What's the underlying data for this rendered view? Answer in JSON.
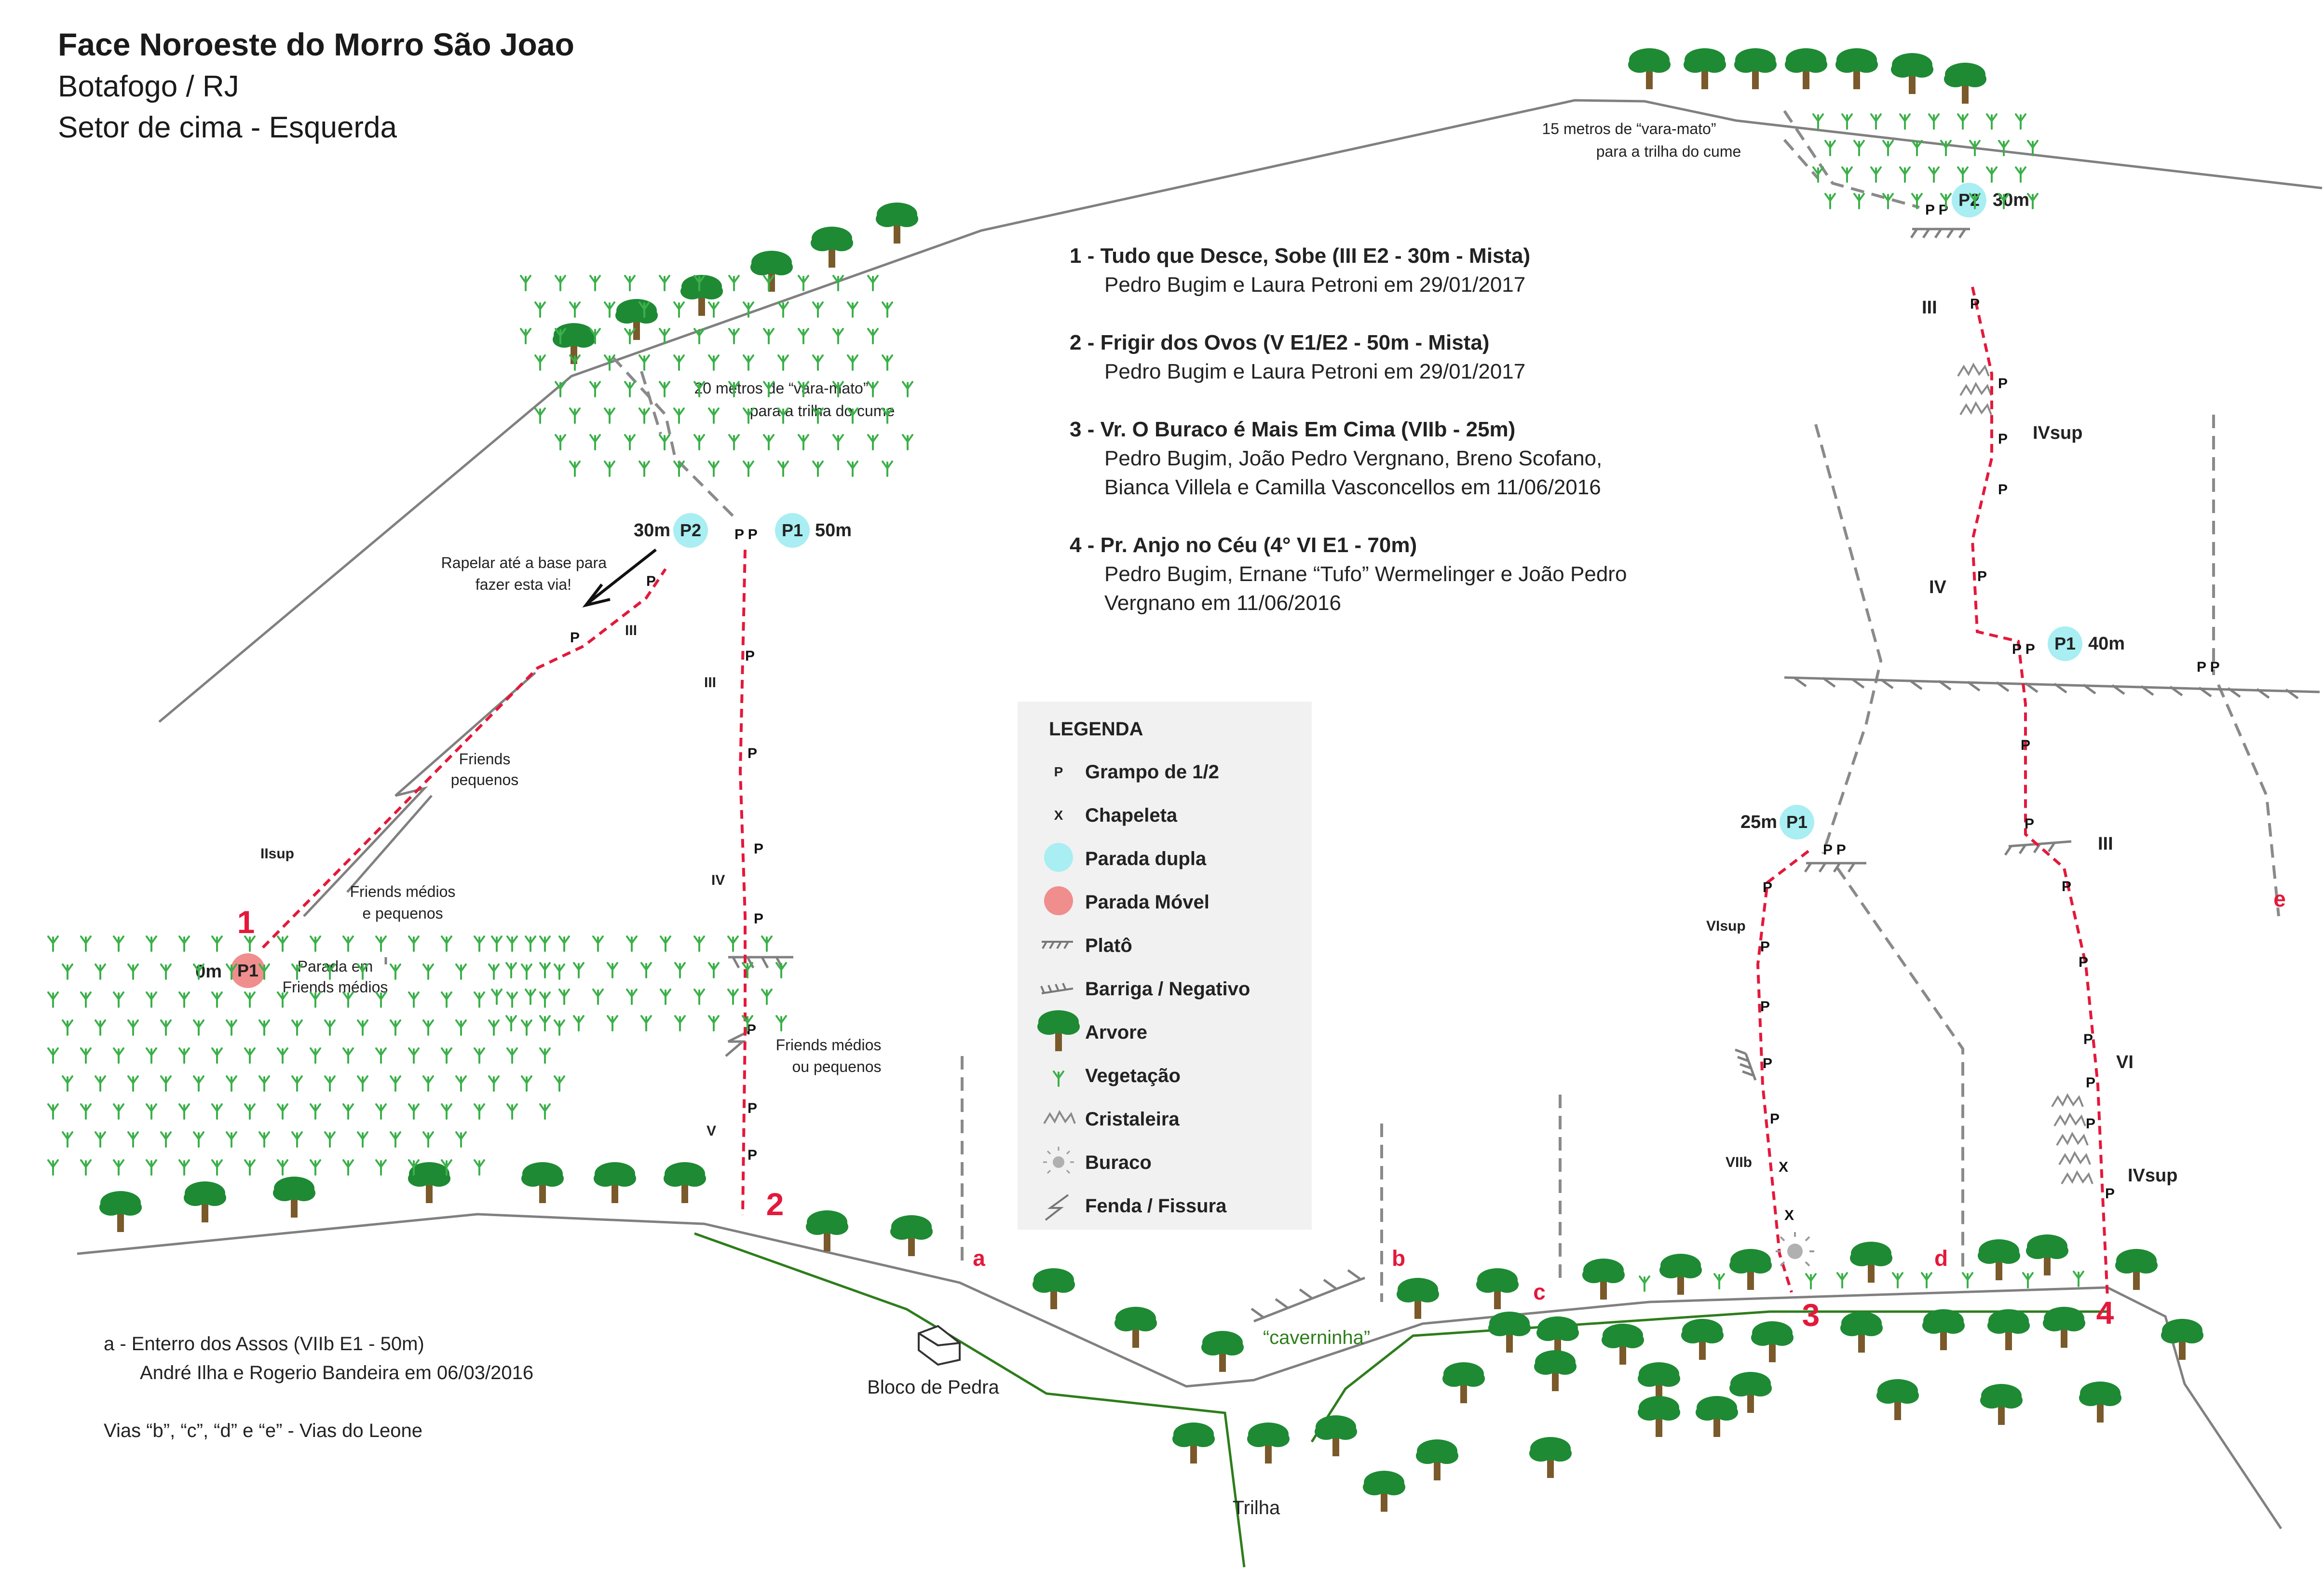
{
  "header": {
    "title": "Face Noroeste do Morro São Joao",
    "subtitle1": "Botafogo / RJ",
    "subtitle2": "Setor de cima - Esquerda"
  },
  "routes": [
    {
      "num": "1 -",
      "name": "Tudo que Desce, Sobe  (III E2 - 30m - Mista)",
      "authors": [
        "Pedro Bugim e Laura Petroni em 29/01/2017"
      ]
    },
    {
      "num": "2 -",
      "name": "Frigir dos Ovos  (V E1/E2 - 50m - Mista)",
      "authors": [
        "Pedro Bugim e Laura Petroni em 29/01/2017"
      ]
    },
    {
      "num": "3 -",
      "name": "Vr. O Buraco é Mais Em Cima  (VIIb - 25m)",
      "authors": [
        "Pedro Bugim, João Pedro Vergnano, Breno Scofano,",
        "Bianca Villela e Camilla Vasconcellos em 11/06/2016"
      ]
    },
    {
      "num": "4 -",
      "name": "Pr. Anjo no Céu  (4° VI E1 - 70m)",
      "authors": [
        "Pedro Bugim, Ernane “Tufo” Wermelinger e João Pedro",
        "Vergnano em 11/06/2016"
      ]
    }
  ],
  "legend": {
    "title": "LEGENDA",
    "items": [
      {
        "symbol": "P",
        "icon": "bolt-icon",
        "label": "Grampo de 1/2"
      },
      {
        "symbol": "X",
        "icon": "chapeleta-icon",
        "label": "Chapeleta"
      },
      {
        "symbol": "",
        "icon": "double-belay-icon",
        "label": "Parada dupla",
        "color": "#a8eef2"
      },
      {
        "symbol": "",
        "icon": "movable-belay-icon",
        "label": "Parada Móvel",
        "color": "#f08d8d"
      },
      {
        "symbol": "",
        "icon": "plateau-icon",
        "label": "Platô"
      },
      {
        "symbol": "",
        "icon": "overhang-icon",
        "label": "Barriga / Negativo"
      },
      {
        "symbol": "",
        "icon": "tree-icon",
        "label": "Arvore"
      },
      {
        "symbol": "",
        "icon": "vegetation-icon",
        "label": "Vegetação"
      },
      {
        "symbol": "",
        "icon": "crystal-icon",
        "label": "Cristaleira"
      },
      {
        "symbol": "",
        "icon": "hole-icon",
        "label": "Buraco"
      },
      {
        "symbol": "",
        "icon": "crack-icon",
        "label": "Fenda / Fissura"
      }
    ]
  },
  "notes": {
    "a_line1": "a -  Enterro dos Assos  (VIIb E1 - 50m)",
    "a_line2": "André Ilha e Rogerio Bandeira em 06/03/2016",
    "leone": "Vias “b”, “c”, “d” e “e” - Vias do Leone"
  },
  "annotations": {
    "varamato_left_1": "20 metros de “vara-mato”",
    "varamato_left_2": "para a trilha do cume",
    "varamato_right_1": "15 metros de “vara-mato”",
    "varamato_right_2": "para a trilha do cume",
    "rapel_1": "Rapelar até a base para",
    "rapel_2": "fazer esta via!",
    "friends_small_1": "Friends",
    "friends_small_2": "pequenos",
    "friends_med_1": "Friends médios",
    "friends_med_2": "e pequenos",
    "friends_mp_1": "Friends médios",
    "friends_mp_2": "ou pequenos",
    "parada_friends_1": "Parada em",
    "parada_friends_2": "Friends médios",
    "cavern": "“caverninha”",
    "boulder": "Bloco de Pedra",
    "trail": "Trilha"
  },
  "belays": {
    "r1_base_dist": "0m",
    "r1_base": "P1",
    "left_p2_dist": "30m",
    "left_p2": "P2",
    "left_p1": "P1",
    "left_p1_dist": "50m",
    "r3_p1_dist": "25m",
    "r3_p1": "P1",
    "r4_p1": "P1",
    "r4_p1_dist": "40m",
    "r4_p2": "P2",
    "r4_p2_dist": "30m"
  },
  "grades": {
    "r1_iiisup": "IIsup",
    "r1_iii": "III",
    "r2_iii": "III",
    "r2_iv": "IV",
    "r2_v": "V",
    "r3_visup": "VIsup",
    "r3_viib": "VIIb",
    "r4_iii_low": "III",
    "r4_vi": "VI",
    "r4_ivsup_low": "IVsup",
    "r4_iv": "IV",
    "r4_ivsup_high": "IVsup",
    "r4_iii_high": "III"
  },
  "route_numbers": [
    "1",
    "2",
    "3",
    "4"
  ],
  "other_routes": [
    "a",
    "b",
    "c",
    "d",
    "e"
  ],
  "colors": {
    "rock": "#808080",
    "route": "#e3193b",
    "trail": "#2e7d1b",
    "tree_crown": "#1e8a34",
    "tree_trunk": "#7a5a2a",
    "vegetation": "#3cb04a",
    "legend_bg": "#f1f1f1"
  }
}
